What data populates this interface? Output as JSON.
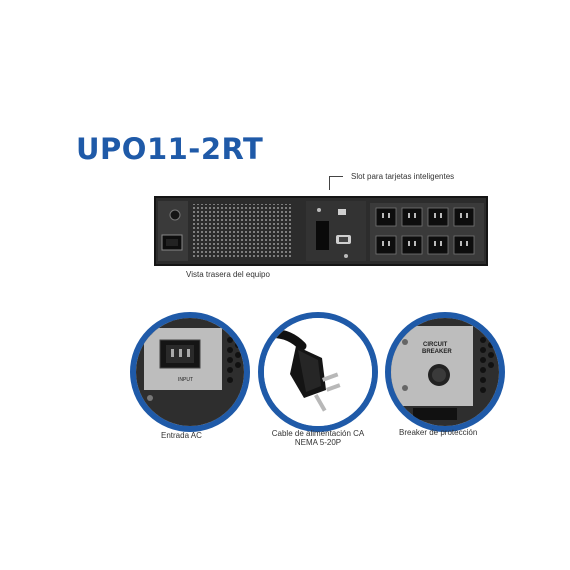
{
  "title": "UPO11-2RT",
  "labels": {
    "slot": "Slot para tarjetas inteligentes",
    "rear_view": "Vista trasera del equipo",
    "ac_input": "Entrada AC",
    "power_cable_line1": "Cable de alimentación CA",
    "power_cable_line2": "NEMA 5-20P",
    "breaker": "Breaker de protección"
  },
  "panel_text": {
    "input": "INPUT",
    "circuit": "CIRCUIT",
    "breaker": "BREAKER"
  },
  "colors": {
    "brand_blue": "#1f5aa8",
    "panel_dark": "#2c2c2c",
    "panel_gray": "#b8b8b8"
  }
}
